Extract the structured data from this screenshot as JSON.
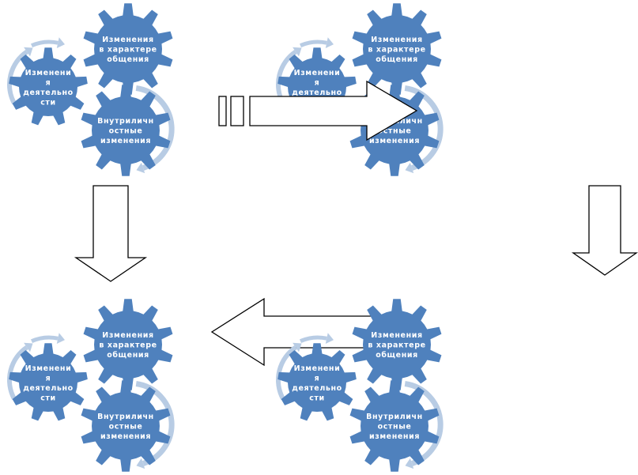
{
  "diagram": {
    "colors": {
      "gear": "#4f81bd",
      "cycle_arrow": "#b8cce4",
      "gear_text": "#ffffff",
      "block_arrow_fill": "#ffffff",
      "block_arrow_stroke": "#000000"
    },
    "gear_labels": {
      "activity": [
        "Изменени",
        "я",
        "деятельно",
        "сти"
      ],
      "communication": [
        "Изменения",
        "в характере",
        "общения"
      ],
      "internal": [
        "Внутриличн",
        "остные",
        "изменения"
      ]
    },
    "clusters": [
      {
        "id": "top-left"
      },
      {
        "id": "top-right"
      },
      {
        "id": "bottom-left"
      },
      {
        "id": "bottom-right"
      }
    ],
    "arrows": [
      {
        "id": "right-arrow",
        "direction": "right",
        "icon": "striped-right-arrow-icon"
      },
      {
        "id": "down-arrow-left",
        "direction": "down",
        "icon": "down-arrow-icon"
      },
      {
        "id": "down-arrow-right",
        "direction": "down",
        "icon": "down-arrow-icon"
      },
      {
        "id": "left-arrow",
        "direction": "left",
        "icon": "left-arrow-icon"
      }
    ]
  }
}
